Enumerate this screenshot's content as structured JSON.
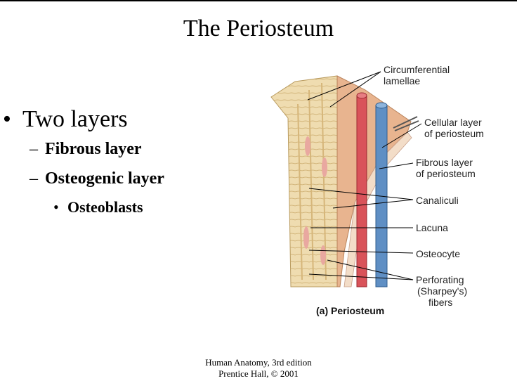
{
  "slide": {
    "title": "The Periosteum",
    "bullets": {
      "level1": "Two layers",
      "level2": [
        "Fibrous layer",
        "Osteogenic layer"
      ],
      "level3": "Osteoblasts",
      "bullet_char": "•",
      "dash_char": "–"
    }
  },
  "figure": {
    "labels": {
      "circumferential_1": "Circumferential",
      "circumferential_2": "lamellae",
      "cellular_1": "Cellular layer",
      "cellular_2": "of periosteum",
      "fibrous_1": "Fibrous layer",
      "fibrous_2": "of periosteum",
      "canaliculi": "Canaliculi",
      "lacuna": "Lacuna",
      "osteocyte": "Osteocyte",
      "perforating_1": "Perforating",
      "perforating_2": "(Sharpey's)",
      "perforating_3": "fibers"
    },
    "caption": "(a) Periosteum",
    "colors": {
      "bone": "#efdcb0",
      "periosteum": "#e8b48f",
      "artery": "#d9535a",
      "vein": "#5f8fc4",
      "leader": "#000000"
    }
  },
  "footer": {
    "line1": "Human Anatomy, 3rd edition",
    "line2": "Prentice Hall, © 2001"
  }
}
